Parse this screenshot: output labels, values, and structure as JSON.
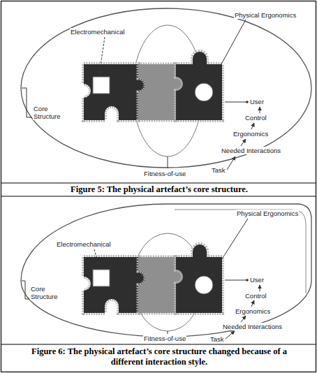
{
  "diagram": {
    "labels": [
      "Physical Ergonomics",
      "Electromechanical",
      "Core Structure",
      "User",
      "Control",
      "Ergonomics",
      "Needed Interactions",
      "Task",
      "Fitness-of-use",
      "Figure 5: The physical artefact’s core structure.",
      "Physical Ergonomics",
      "Electromechanical",
      "Core Structure",
      "User",
      "Control",
      "Ergonomics",
      "Needed Interactions",
      "Task",
      "Fitness-of-use",
      "Figure 6: The physical artefact’s core structure changed because of a different interaction style."
    ]
  }
}
